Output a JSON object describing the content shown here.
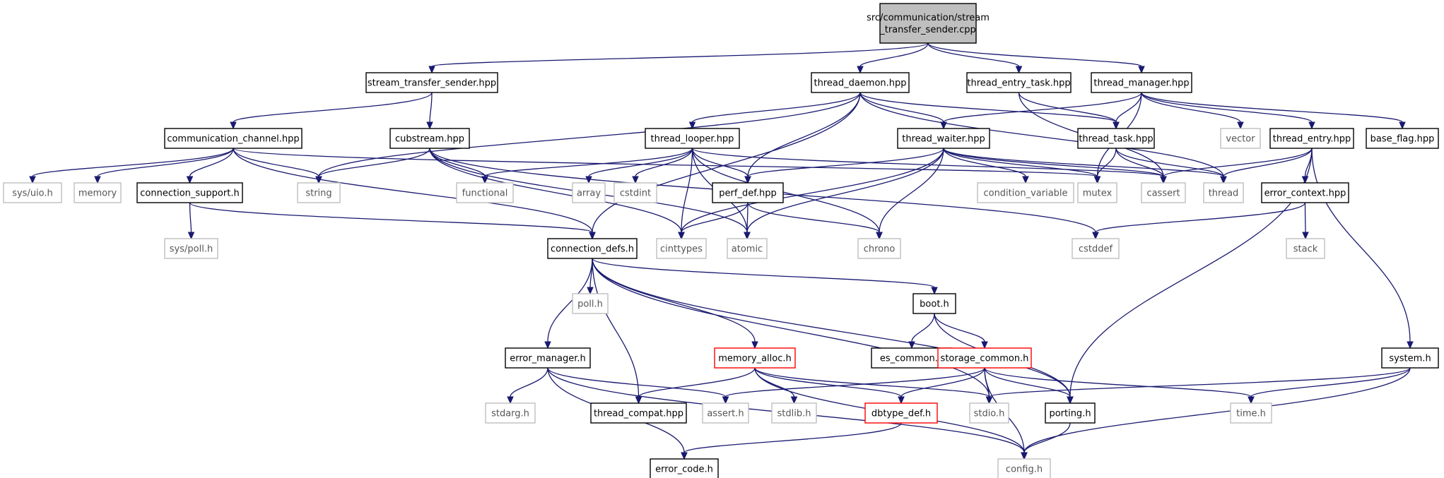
{
  "diagram": {
    "nodes": [
      {
        "id": "root",
        "label": "src/communication/stream\n_transfer_sender.cpp",
        "style": "root"
      },
      {
        "id": "sts",
        "label": "stream_transfer_sender.hpp",
        "style": "solid"
      },
      {
        "id": "tdaemon",
        "label": "thread_daemon.hpp",
        "style": "solid"
      },
      {
        "id": "tentrytask",
        "label": "thread_entry_task.hpp",
        "style": "solid"
      },
      {
        "id": "tmanager",
        "label": "thread_manager.hpp",
        "style": "solid"
      },
      {
        "id": "commch",
        "label": "communication_channel.hpp",
        "style": "solid"
      },
      {
        "id": "cubstream",
        "label": "cubstream.hpp",
        "style": "solid"
      },
      {
        "id": "tlooper",
        "label": "thread_looper.hpp",
        "style": "solid"
      },
      {
        "id": "twaiter",
        "label": "thread_waiter.hpp",
        "style": "solid"
      },
      {
        "id": "ttask",
        "label": "thread_task.hpp",
        "style": "solid"
      },
      {
        "id": "vector",
        "label": "vector",
        "style": "grey"
      },
      {
        "id": "tentry",
        "label": "thread_entry.hpp",
        "style": "solid"
      },
      {
        "id": "baseflag",
        "label": "base_flag.hpp",
        "style": "solid"
      },
      {
        "id": "sysuio",
        "label": "sys/uio.h",
        "style": "grey"
      },
      {
        "id": "memory",
        "label": "memory",
        "style": "grey"
      },
      {
        "id": "connsupport",
        "label": "connection_support.h",
        "style": "solid"
      },
      {
        "id": "string",
        "label": "string",
        "style": "grey"
      },
      {
        "id": "functional",
        "label": "functional",
        "style": "grey"
      },
      {
        "id": "array",
        "label": "array",
        "style": "grey"
      },
      {
        "id": "cstdint",
        "label": "cstdint",
        "style": "grey"
      },
      {
        "id": "perfdef",
        "label": "perf_def.hpp",
        "style": "solid"
      },
      {
        "id": "condvar",
        "label": "condition_variable",
        "style": "grey"
      },
      {
        "id": "mutex",
        "label": "mutex",
        "style": "grey"
      },
      {
        "id": "cassert",
        "label": "cassert",
        "style": "grey"
      },
      {
        "id": "thread",
        "label": "thread",
        "style": "grey"
      },
      {
        "id": "errctx",
        "label": "error_context.hpp",
        "style": "solid"
      },
      {
        "id": "syspoll",
        "label": "sys/poll.h",
        "style": "grey"
      },
      {
        "id": "conndefs",
        "label": "connection_defs.h",
        "style": "solid"
      },
      {
        "id": "cinttypes",
        "label": "cinttypes",
        "style": "grey"
      },
      {
        "id": "atomic",
        "label": "atomic",
        "style": "grey"
      },
      {
        "id": "chrono",
        "label": "chrono",
        "style": "grey"
      },
      {
        "id": "cstddef",
        "label": "cstddef",
        "style": "grey"
      },
      {
        "id": "stack",
        "label": "stack",
        "style": "grey"
      },
      {
        "id": "pollh",
        "label": "poll.h",
        "style": "grey"
      },
      {
        "id": "boot",
        "label": "boot.h",
        "style": "solid"
      },
      {
        "id": "errmgr",
        "label": "error_manager.h",
        "style": "solid"
      },
      {
        "id": "memalloc",
        "label": "memory_alloc.h",
        "style": "red"
      },
      {
        "id": "escommon",
        "label": "es_common.h",
        "style": "solid"
      },
      {
        "id": "storcommon",
        "label": "storage_common.h",
        "style": "red"
      },
      {
        "id": "system",
        "label": "system.h",
        "style": "solid"
      },
      {
        "id": "stdarg",
        "label": "stdarg.h",
        "style": "grey"
      },
      {
        "id": "tcompat",
        "label": "thread_compat.hpp",
        "style": "solid"
      },
      {
        "id": "asserth",
        "label": "assert.h",
        "style": "grey"
      },
      {
        "id": "stdlib",
        "label": "stdlib.h",
        "style": "grey"
      },
      {
        "id": "dbtype",
        "label": "dbtype_def.h",
        "style": "red"
      },
      {
        "id": "stdio",
        "label": "stdio.h",
        "style": "grey"
      },
      {
        "id": "porting",
        "label": "porting.h",
        "style": "solid"
      },
      {
        "id": "timeh",
        "label": "time.h",
        "style": "grey"
      },
      {
        "id": "errcode",
        "label": "error_code.h",
        "style": "solid"
      },
      {
        "id": "config",
        "label": "config.h",
        "style": "grey"
      }
    ],
    "edges": [
      [
        "root",
        "sts"
      ],
      [
        "root",
        "tdaemon"
      ],
      [
        "root",
        "tentrytask"
      ],
      [
        "root",
        "tmanager"
      ],
      [
        "sts",
        "commch"
      ],
      [
        "sts",
        "cubstream"
      ],
      [
        "tdaemon",
        "string"
      ],
      [
        "tdaemon",
        "conndefs"
      ],
      [
        "tdaemon",
        "tlooper"
      ],
      [
        "tdaemon",
        "perfdef"
      ],
      [
        "tdaemon",
        "twaiter"
      ],
      [
        "tdaemon",
        "ttask"
      ],
      [
        "tdaemon",
        "thread"
      ],
      [
        "tentrytask",
        "ttask"
      ],
      [
        "tentrytask",
        "cassert"
      ],
      [
        "tmanager",
        "twaiter"
      ],
      [
        "tmanager",
        "ttask"
      ],
      [
        "tmanager",
        "mutex"
      ],
      [
        "tmanager",
        "vector"
      ],
      [
        "tmanager",
        "tentry"
      ],
      [
        "tmanager",
        "baseflag"
      ],
      [
        "commch",
        "sysuio"
      ],
      [
        "commch",
        "memory"
      ],
      [
        "commch",
        "connsupport"
      ],
      [
        "commch",
        "string"
      ],
      [
        "commch",
        "conndefs"
      ],
      [
        "commch",
        "mutex"
      ],
      [
        "cubstream",
        "string"
      ],
      [
        "cubstream",
        "functional"
      ],
      [
        "cubstream",
        "cinttypes"
      ],
      [
        "cubstream",
        "atomic"
      ],
      [
        "cubstream",
        "cstddef"
      ],
      [
        "connsupport",
        "syspoll"
      ],
      [
        "connsupport",
        "conndefs"
      ],
      [
        "tlooper",
        "functional"
      ],
      [
        "tlooper",
        "array"
      ],
      [
        "tlooper",
        "cstdint"
      ],
      [
        "tlooper",
        "perfdef"
      ],
      [
        "tlooper",
        "atomic"
      ],
      [
        "tlooper",
        "chrono"
      ],
      [
        "tlooper",
        "cinttypes"
      ],
      [
        "tlooper",
        "cassert"
      ],
      [
        "twaiter",
        "perfdef"
      ],
      [
        "twaiter",
        "cinttypes"
      ],
      [
        "twaiter",
        "atomic"
      ],
      [
        "twaiter",
        "chrono"
      ],
      [
        "twaiter",
        "condvar"
      ],
      [
        "twaiter",
        "mutex"
      ],
      [
        "twaiter",
        "cassert"
      ],
      [
        "twaiter",
        "thread"
      ],
      [
        "ttask",
        "mutex"
      ],
      [
        "ttask",
        "cassert"
      ],
      [
        "ttask",
        "thread"
      ],
      [
        "tentry",
        "cassert"
      ],
      [
        "tentry",
        "thread"
      ],
      [
        "tentry",
        "errctx"
      ],
      [
        "tentry",
        "system"
      ],
      [
        "tentry",
        "porting"
      ],
      [
        "perfdef",
        "cinttypes"
      ],
      [
        "perfdef",
        "atomic"
      ],
      [
        "perfdef",
        "chrono"
      ],
      [
        "errctx",
        "stack"
      ],
      [
        "errctx",
        "cstddef"
      ],
      [
        "conndefs",
        "pollh"
      ],
      [
        "conndefs",
        "errmgr"
      ],
      [
        "conndefs",
        "tcompat"
      ],
      [
        "conndefs",
        "memalloc"
      ],
      [
        "conndefs",
        "stdio"
      ],
      [
        "conndefs",
        "boot"
      ],
      [
        "conndefs",
        "porting"
      ],
      [
        "boot",
        "escommon"
      ],
      [
        "boot",
        "storcommon"
      ],
      [
        "boot",
        "porting"
      ],
      [
        "errmgr",
        "stdarg"
      ],
      [
        "errmgr",
        "asserth"
      ],
      [
        "errmgr",
        "errcode"
      ],
      [
        "errmgr",
        "config"
      ],
      [
        "memalloc",
        "tcompat"
      ],
      [
        "memalloc",
        "stdlib"
      ],
      [
        "memalloc",
        "dbtype"
      ],
      [
        "memalloc",
        "stdio"
      ],
      [
        "memalloc",
        "config"
      ],
      [
        "storcommon",
        "asserth"
      ],
      [
        "storcommon",
        "dbtype"
      ],
      [
        "storcommon",
        "stdio"
      ],
      [
        "storcommon",
        "porting"
      ],
      [
        "storcommon",
        "timeh"
      ],
      [
        "storcommon",
        "config"
      ],
      [
        "system",
        "stdio"
      ],
      [
        "system",
        "timeh"
      ],
      [
        "system",
        "config"
      ],
      [
        "dbtype",
        "errcode"
      ],
      [
        "porting",
        "config"
      ]
    ]
  }
}
